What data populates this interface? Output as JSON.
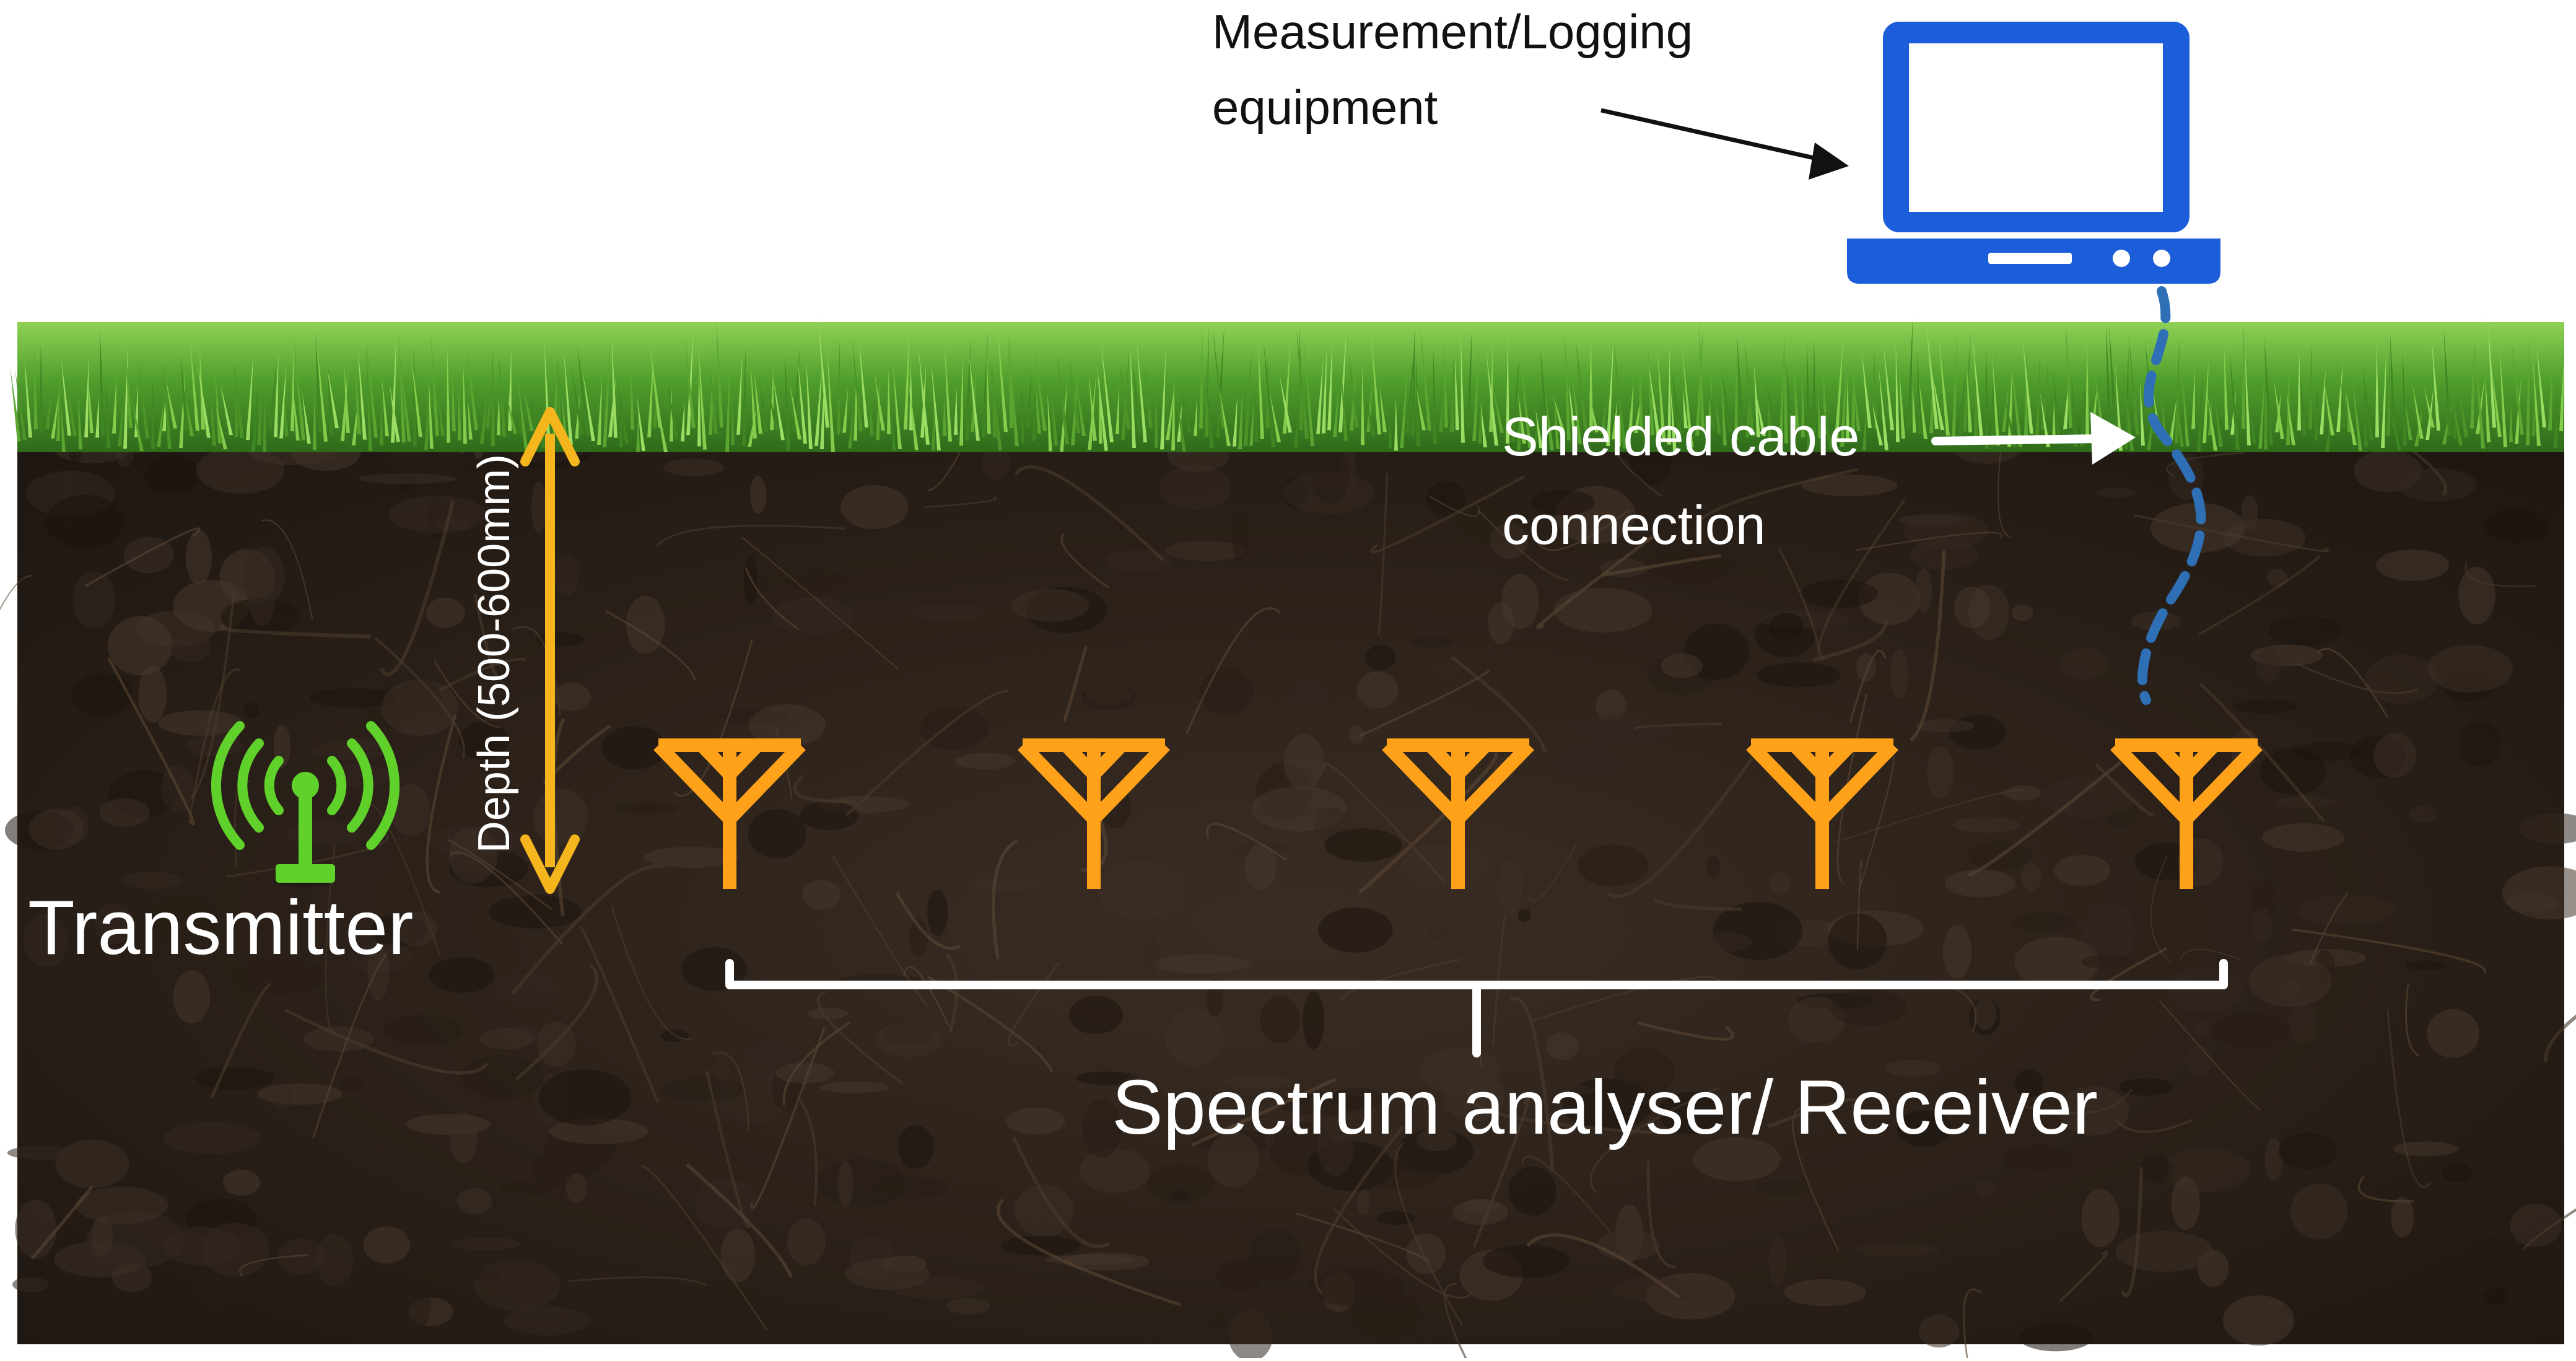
{
  "labels": {
    "equipment_line1": "Measurement/Logging",
    "equipment_line2": "equipment",
    "cable_line1": "Shielded cable",
    "cable_line2": "connection",
    "depth": "Depth (500-600mm)",
    "transmitter": "Transmitter",
    "receiver": "Spectrum analyser/ Receiver"
  },
  "receivers": {
    "count": 5
  },
  "colors": {
    "soil": "#2e241d",
    "soil_dark": "#1f1812",
    "grass": "#4e9a2c",
    "grass_light": "#7cc445",
    "laptop": "#1c5ed9",
    "cable": "#2e6fb5",
    "antenna": "#ffa21a",
    "depth_arrow": "#f5b51c",
    "transmitter": "#5fd12a",
    "label_dark": "#111111",
    "label_light": "#ffffff"
  },
  "icons": {
    "laptop": "laptop-icon",
    "transmitter": "transmitter-antenna-icon",
    "receiver": "receiver-antenna-icon"
  }
}
